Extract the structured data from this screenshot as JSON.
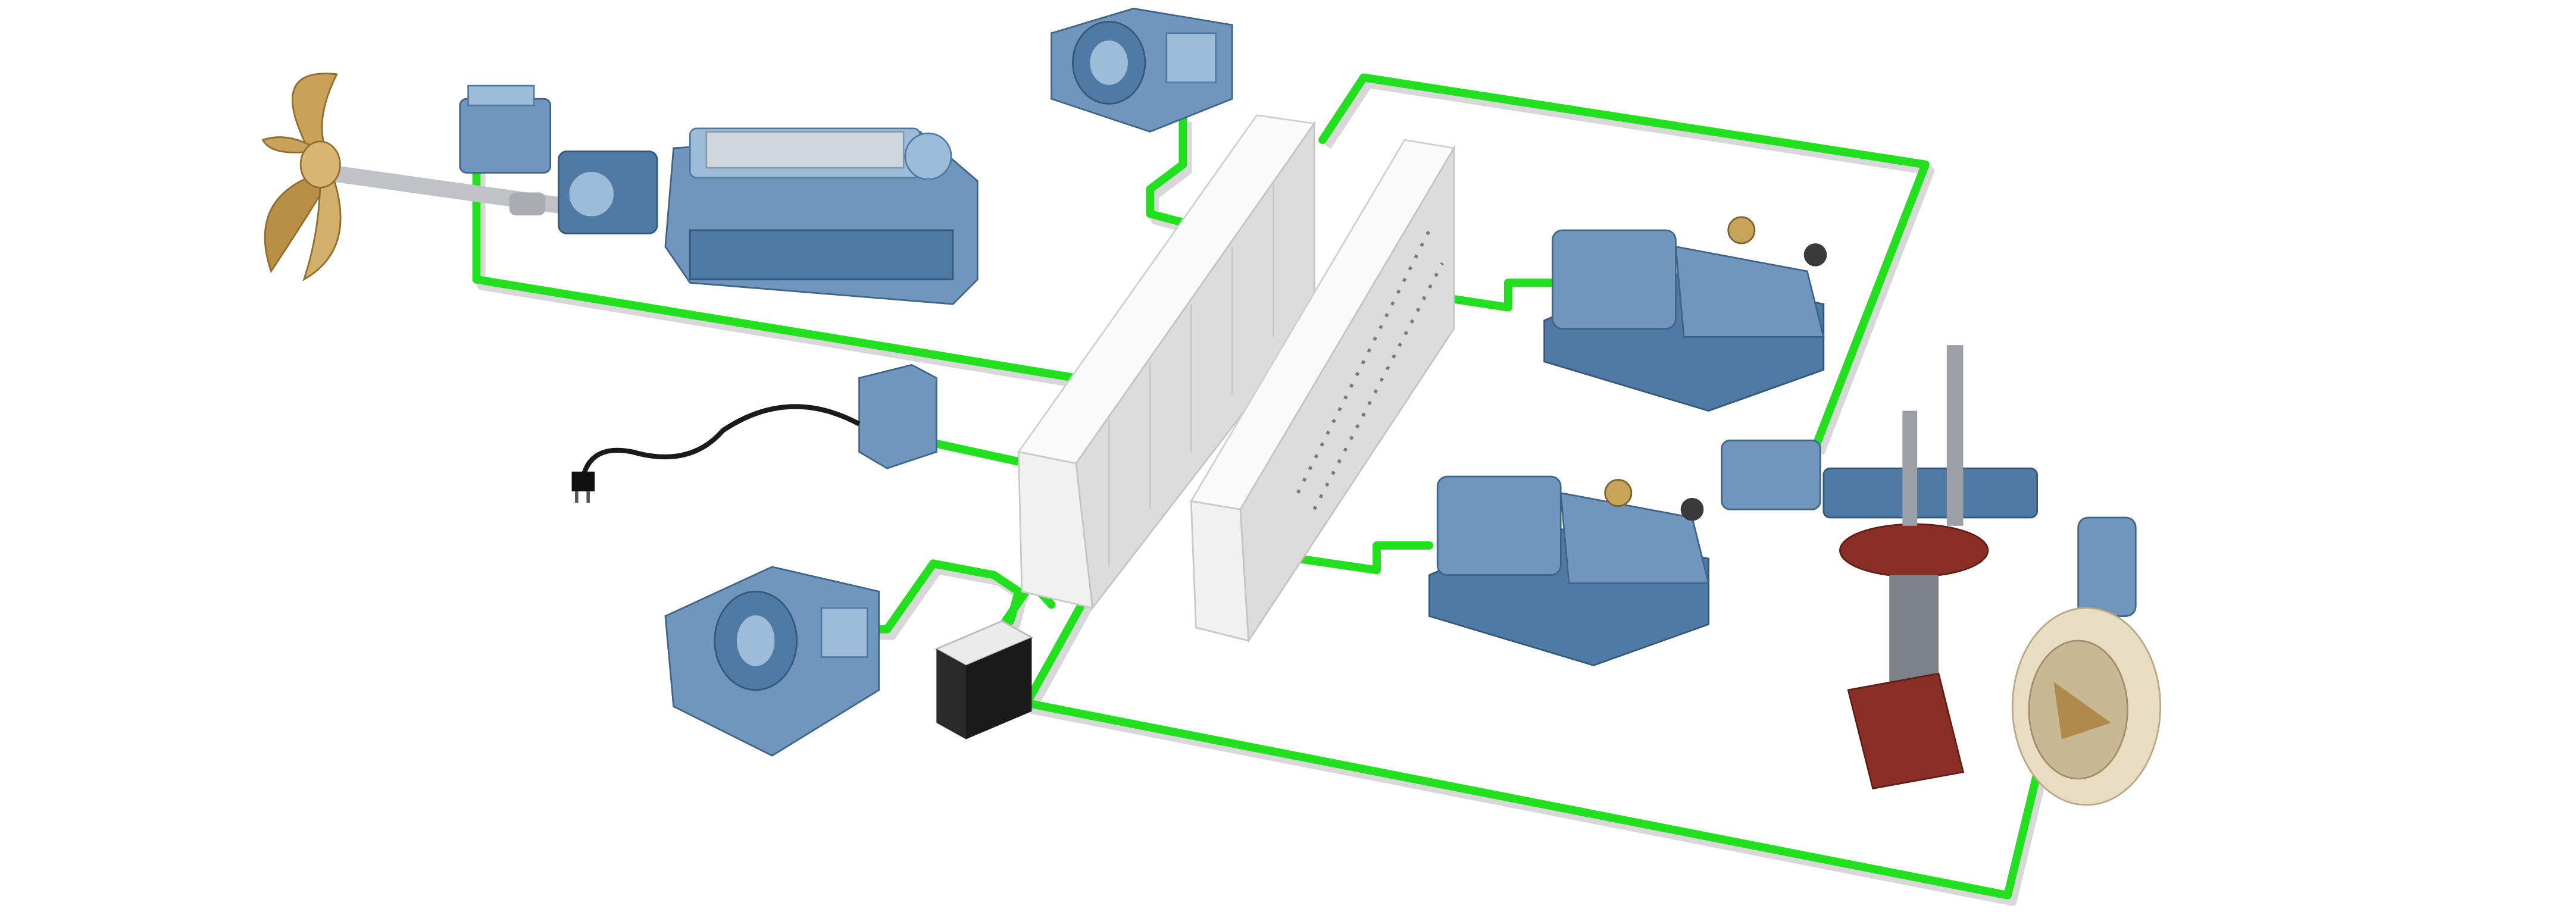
{
  "diagram": {
    "colors": {
      "cable": "#22e01e",
      "machinery": "#6f97bd",
      "switchboard": "#f1f1f1",
      "propeller": "#c9a25a",
      "thruster_pod": "#8a2f25",
      "tunnel_thruster": "#e8dcc2",
      "battery": "#1e1e1e",
      "background": "#ffffff"
    },
    "components": [
      {
        "id": "propeller",
        "icon": "ship-propeller-icon"
      },
      {
        "id": "shaft-generator",
        "icon": "electric-motor-icon"
      },
      {
        "id": "gearbox",
        "icon": "gearbox-icon"
      },
      {
        "id": "main-engine",
        "icon": "diesel-engine-icon"
      },
      {
        "id": "deck-winch-top",
        "icon": "winch-icon"
      },
      {
        "id": "main-switchboard",
        "icon": "switchboard-icon"
      },
      {
        "id": "distribution-switchboard",
        "icon": "switchboard-icon"
      },
      {
        "id": "shore-connection-box",
        "icon": "junction-box-icon"
      },
      {
        "id": "shore-power-plug",
        "icon": "power-plug-icon"
      },
      {
        "id": "anchor-winch",
        "icon": "winch-icon"
      },
      {
        "id": "battery",
        "icon": "battery-icon"
      },
      {
        "id": "generator-set-1",
        "icon": "generator-icon"
      },
      {
        "id": "generator-set-2",
        "icon": "generator-icon"
      },
      {
        "id": "azimuth-thruster",
        "icon": "azimuth-thruster-icon"
      },
      {
        "id": "tunnel-thruster",
        "icon": "tunnel-thruster-icon"
      }
    ]
  }
}
